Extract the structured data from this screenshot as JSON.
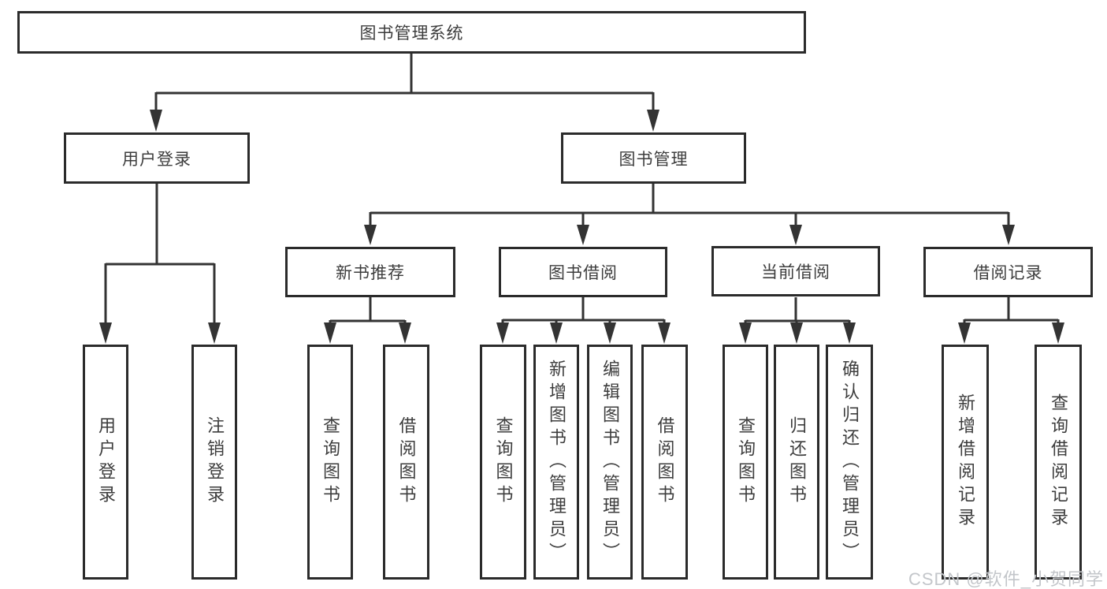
{
  "root": {
    "label": "图书管理系统"
  },
  "branches": {
    "login": {
      "label": "用户登录",
      "leaves": [
        {
          "label": "用户登录"
        },
        {
          "label": "注销登录"
        }
      ]
    },
    "mgmt": {
      "label": "图书管理"
    }
  },
  "groups": [
    {
      "label": "新书推荐",
      "leaves": [
        {
          "label": "查询图书"
        },
        {
          "label": "借阅图书"
        }
      ]
    },
    {
      "label": "图书借阅",
      "leaves": [
        {
          "label": "查询图书"
        },
        {
          "label": "新增图书（管理员）"
        },
        {
          "label": "编辑图书（管理员）"
        },
        {
          "label": "借阅图书"
        }
      ]
    },
    {
      "label": "当前借阅",
      "leaves": [
        {
          "label": "查询图书"
        },
        {
          "label": "归还图书"
        },
        {
          "label": "确认归还（管理员）"
        }
      ]
    },
    {
      "label": "借阅记录",
      "leaves": [
        {
          "label": "新增借阅记录"
        },
        {
          "label": "查询借阅记录"
        }
      ]
    }
  ],
  "watermark": {
    "text": "CSDN @软件_小贺同学",
    "color": "#c3c6ca"
  },
  "colors": {
    "border": "#2b2b2b",
    "line": "#333333",
    "text": "#3d3d3d",
    "background": "#ffffff"
  }
}
